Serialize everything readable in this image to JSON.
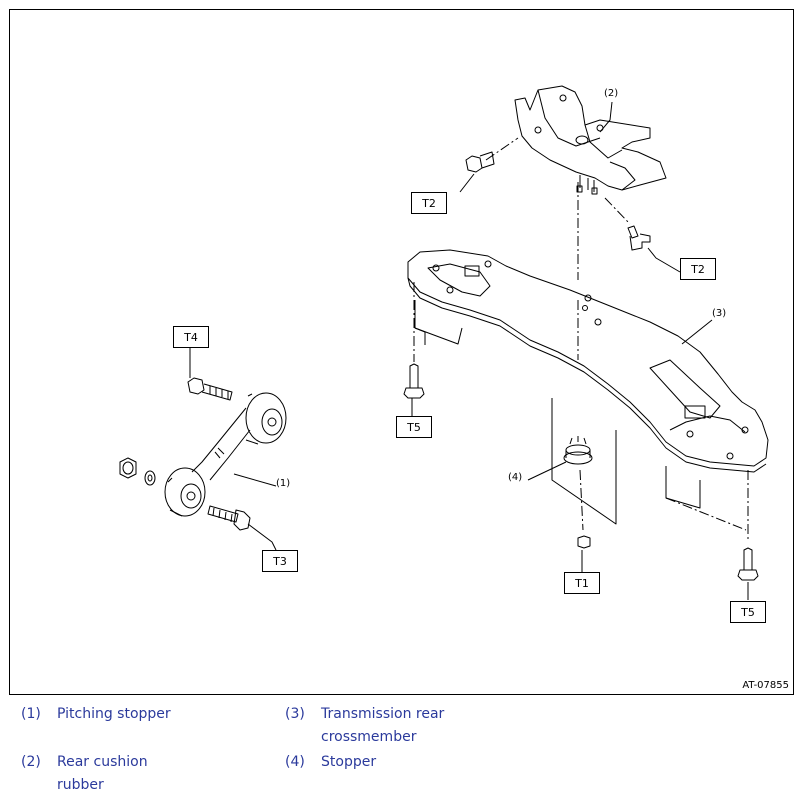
{
  "diagram": {
    "figure_id": "AT-07855",
    "callouts": [
      "T1",
      "T2",
      "T2",
      "T3",
      "T4",
      "T5",
      "T5"
    ],
    "part_numbers": [
      "(1)",
      "(2)",
      "(3)",
      "(4)"
    ]
  },
  "legend": {
    "items": [
      {
        "num": "(1)",
        "text": "Pitching stopper"
      },
      {
        "num": "(2)",
        "text": "Rear cushion rubber"
      },
      {
        "num": "(3)",
        "text": "Transmission rear crossmember"
      },
      {
        "num": "(4)",
        "text": "Stopper"
      }
    ]
  },
  "colors": {
    "line": "#000000",
    "legend_text": "#2b3a9c"
  }
}
